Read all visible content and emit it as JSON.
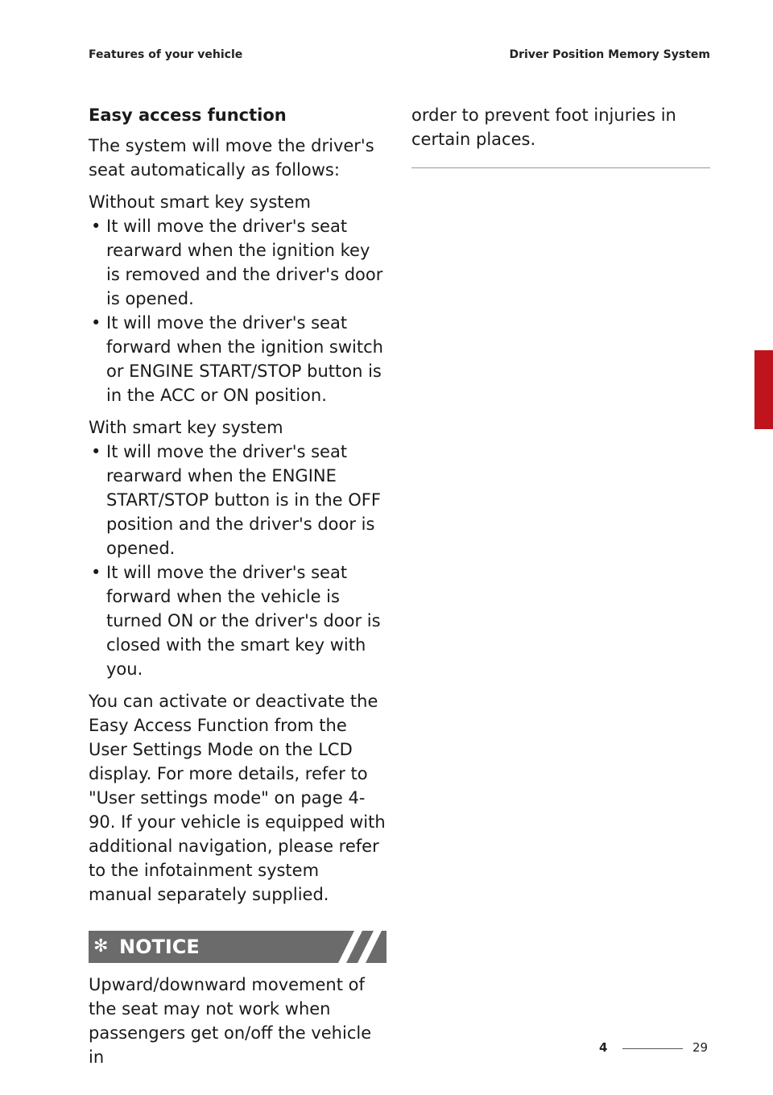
{
  "header": {
    "left": "Features of your vehicle",
    "right": "Driver Position Memory System"
  },
  "section": {
    "title": "Easy access function",
    "intro": "The system will move the driver's seat automatically as follows:",
    "without_smart_key": {
      "label": "Without smart key system",
      "items": [
        "It will move the driver's seat rearward when the ignition key is removed and the driver's door is opened.",
        "It will move the driver's seat forward when the ignition switch or ENGINE START/STOP button is in the ACC or ON position."
      ]
    },
    "with_smart_key": {
      "label": "With smart key system",
      "items": [
        "It will move the driver's seat rearward when the ENGINE START/STOP button is in the OFF position and the driver's door is opened.",
        "It will move the driver's seat forward when the vehicle is turned ON or the driver's door is closed with the smart key with you."
      ]
    },
    "closing": "You can activate or deactivate the Easy Access Function from the User Settings Mode on the LCD display. For more details, refer to \"User settings mode\" on page 4-90. If your vehicle is equipped with additional navigation, please refer to the infotainment system manual separately supplied."
  },
  "notice": {
    "symbol": "✻",
    "title": "NOTICE",
    "text_left": "Upward/downward movement of the seat may not work when passengers get on/off the vehicle in",
    "text_right": "order to prevent foot injuries in certain places."
  },
  "side_tab": {
    "label": "4",
    "color": "#c0141c"
  },
  "footer": {
    "chapter": "4",
    "page": "29"
  },
  "colors": {
    "notice_bar": "#6b6b6b",
    "accent": "#c0141c"
  }
}
